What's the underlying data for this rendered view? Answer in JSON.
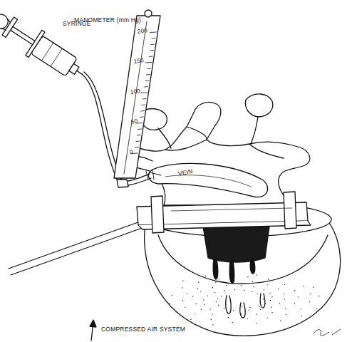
{
  "diagram": {
    "labels": [
      "SYRINGE",
      "MANOMETER (mm Hg)",
      "200",
      "150",
      "100",
      "50",
      "0",
      "VEIN",
      "COMPRESSED AIR SYSTEM"
    ]
  }
}
